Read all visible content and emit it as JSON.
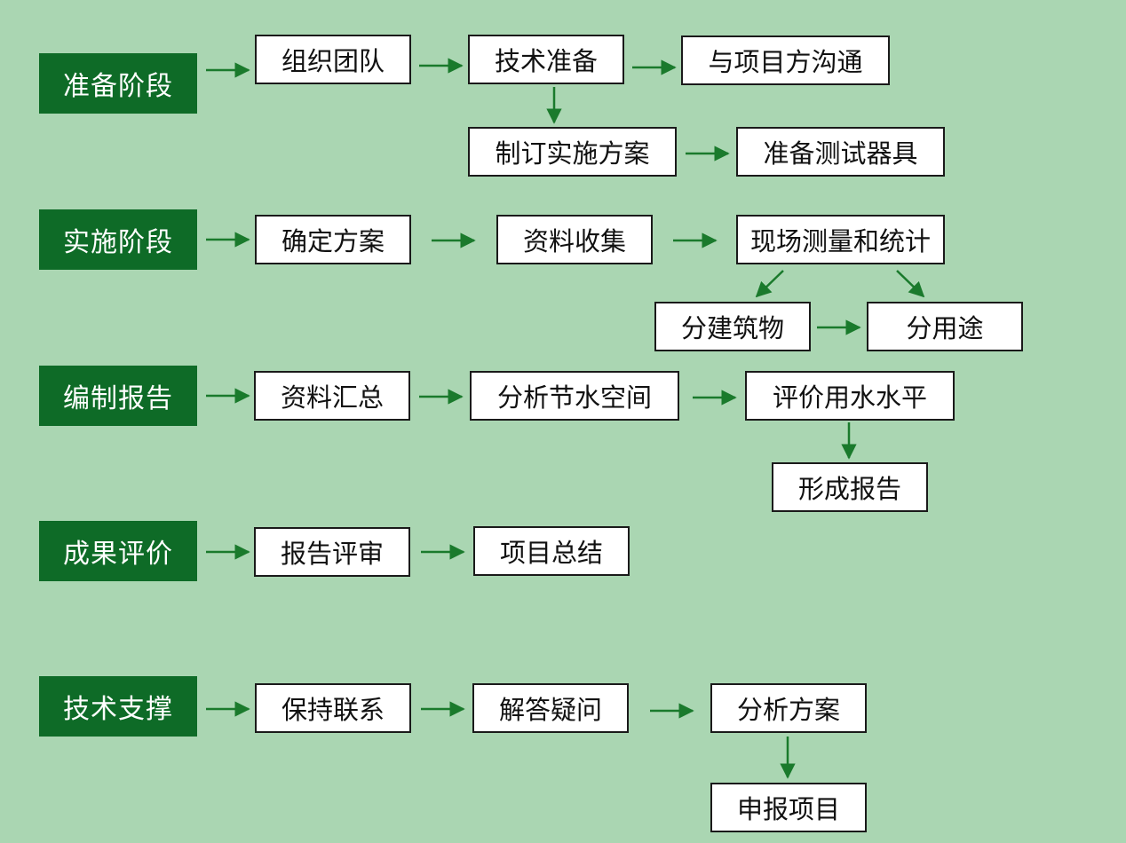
{
  "colors": {
    "background": "#aad6b2",
    "stage_fill": "#0e6b27",
    "arrow": "#1a7a2c"
  },
  "stages": {
    "prepare": "准备阶段",
    "implement": "实施阶段",
    "report": "编制报告",
    "evaluate": "成果评价",
    "support": "技术支撑"
  },
  "nodes": {
    "org_team": "组织团队",
    "tech_prep": "技术准备",
    "communicate": "与项目方沟通",
    "make_plan": "制订实施方案",
    "prep_tools": "准备测试器具",
    "confirm_plan": "确定方案",
    "collect_data": "资料收集",
    "field_measure": "现场测量和统计",
    "by_building": "分建筑物",
    "by_usage": "分用途",
    "summarize_data": "资料汇总",
    "analyze_saving": "分析节水空间",
    "evaluate_level": "评价用水水平",
    "form_report": "形成报告",
    "report_review": "报告评审",
    "project_summary": "项目总结",
    "keep_contact": "保持联系",
    "answer_questions": "解答疑问",
    "analyze_plan": "分析方案",
    "apply_project": "申报项目"
  }
}
